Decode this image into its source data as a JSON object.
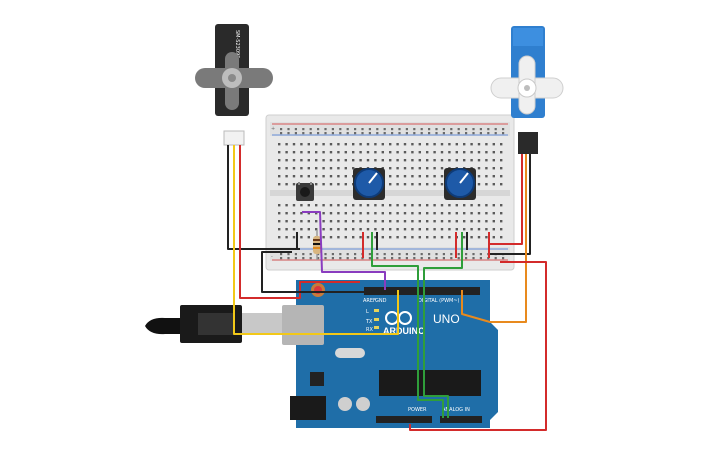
{
  "servo_left": {
    "label": "SM-S2309S"
  },
  "arduino": {
    "brand": "ARDUINO",
    "model": "UNO",
    "digital_label": "DIGITAL (PWM~)",
    "power_label": "POWER",
    "analog_label": "ANALOG IN",
    "aref_label": "AREF",
    "gnd_label": "GND",
    "tx_label": "TX",
    "rx_label": "RX",
    "l_label": "L"
  },
  "breadboard": {
    "rail_plus": "+",
    "rail_minus": "-"
  },
  "colors": {
    "arduino_blue": "#1f6ea8",
    "wire_red": "#d32b2b",
    "wire_black": "#222222",
    "wire_yellow": "#f2c818",
    "wire_green": "#2f9e3a",
    "wire_purple": "#8a3cbf",
    "wire_orange": "#e88a1e",
    "servo_blue": "#2f7fcf",
    "servo_black": "#2a2a2a"
  }
}
